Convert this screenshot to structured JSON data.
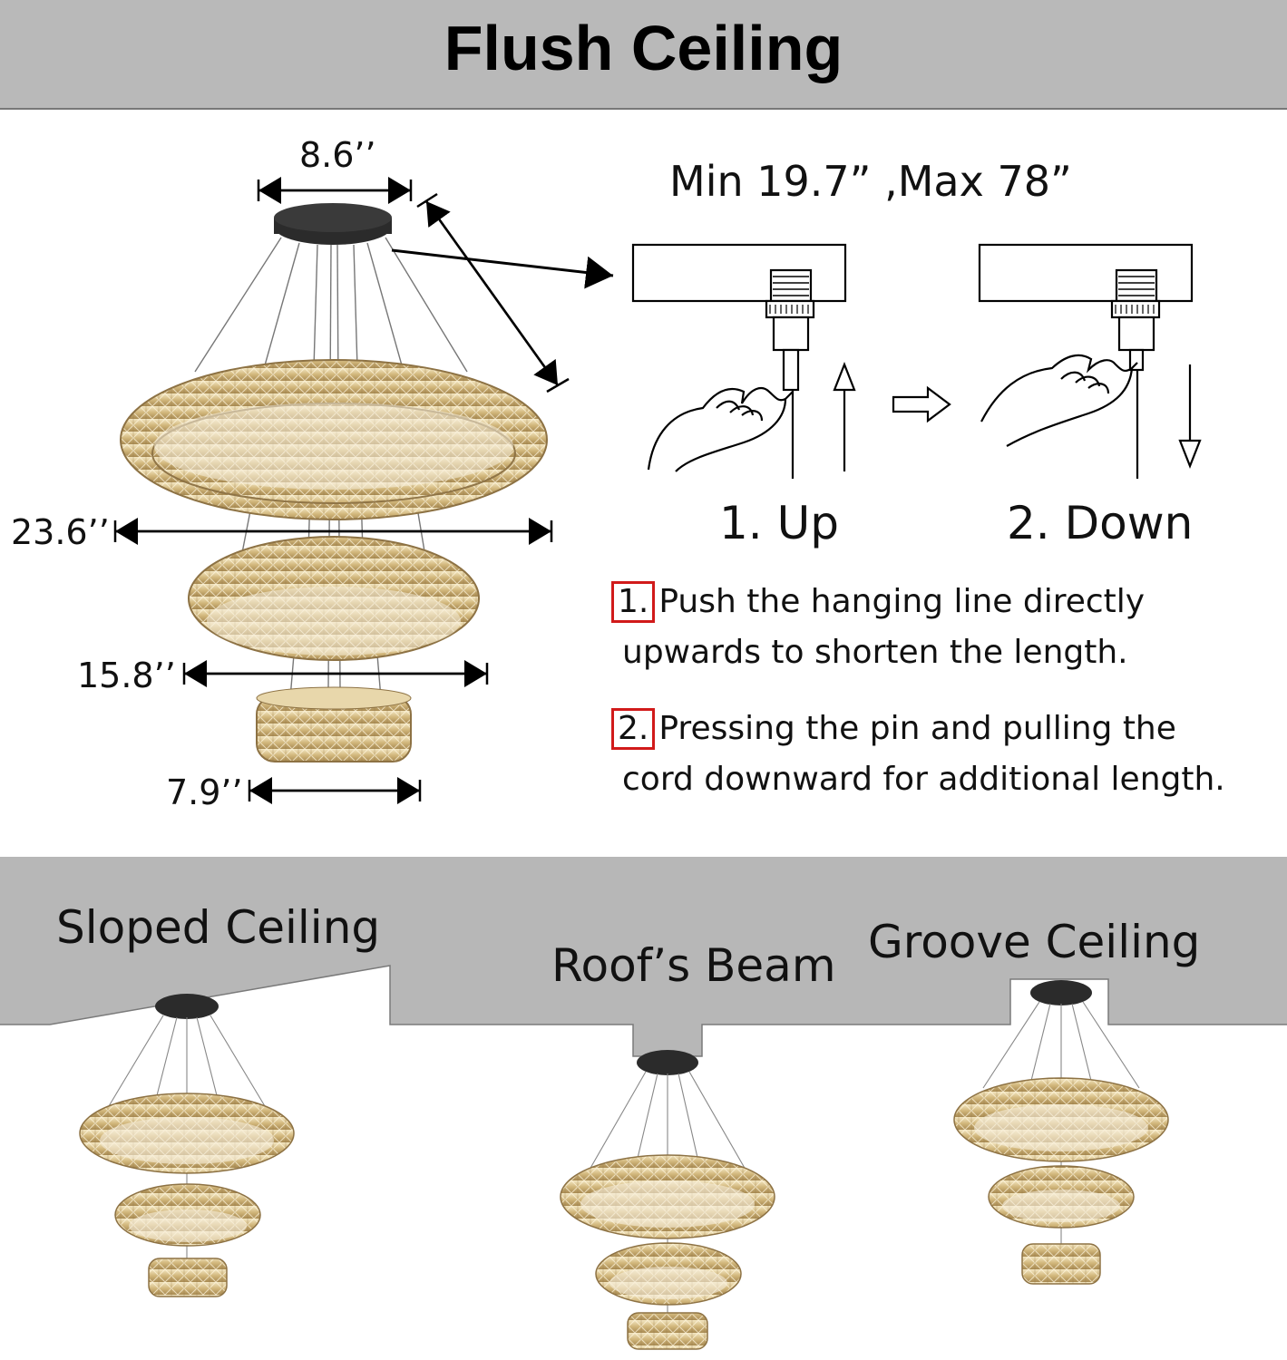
{
  "header": {
    "title": "Flush Ceiling"
  },
  "dimensions": {
    "canopy": "8.6’’",
    "ring_large": "23.6’’",
    "ring_medium": "15.8’’",
    "ring_small": "7.9’’"
  },
  "adjustment": {
    "range": "Min 19.7” ,Max 78”",
    "step_up": "1. Up",
    "step_down": "2. Down",
    "instructions": [
      {
        "num": "1.",
        "line1": "Push the hanging line directly",
        "line2": "upwards to shorten the length."
      },
      {
        "num": "2.",
        "line1": "Pressing the pin and pulling the",
        "line2": "cord downward for additional length."
      }
    ]
  },
  "ceilings": {
    "sloped": "Sloped Ceiling",
    "beam": "Roof’s Beam",
    "groove": "Groove Ceiling"
  },
  "colors": {
    "header_bg": "#b9b9b9",
    "ceiling_bg": "#b7b7b7",
    "accent_red": "#d11a1a",
    "crystal": "#d8c28e"
  }
}
